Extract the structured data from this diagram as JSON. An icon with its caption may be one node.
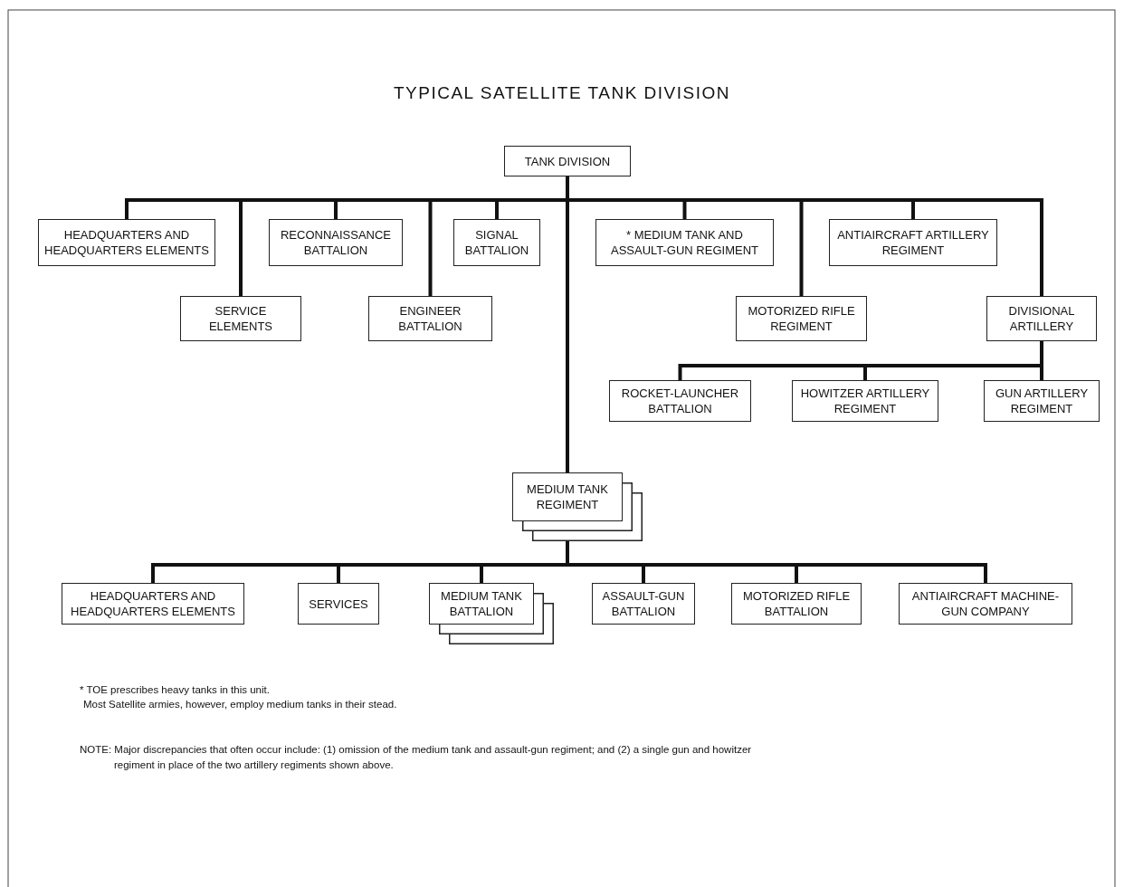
{
  "diagram": {
    "title": "TYPICAL SATELLITE TANK DIVISION",
    "nodes": [
      {
        "text": [
          "TANK DIVISION"
        ]
      },
      {
        "text": [
          "HEADQUARTERS AND HEADQUARTERS ELEMENTS"
        ]
      },
      {
        "text": [
          "SERVICE ELEMENTS"
        ]
      },
      {
        "text": [
          "RECONNAISSANCE BATTALION"
        ]
      },
      {
        "text": [
          "ENGINEER BATTALION"
        ]
      },
      {
        "text": [
          "SIGNAL BATTALION"
        ]
      },
      {
        "text": [
          "* MEDIUM TANK AND ASSAULT-GUN REGIMENT"
        ]
      },
      {
        "text": [
          "ANTIAIRCRAFT ARTILLERY REGIMENT"
        ]
      },
      {
        "text": [
          "MOTORIZED RIFLE REGIMENT"
        ]
      },
      {
        "text": [
          "DIVISIONAL ARTILLERY"
        ]
      },
      {
        "text": [
          "ROCKET-LAUNCHER BATTALION"
        ]
      },
      {
        "text": [
          "HOWITZER ARTILLERY REGIMENT"
        ]
      },
      {
        "text": [
          "GUN ARTILLERY REGIMENT"
        ]
      },
      {
        "text": [
          "MEDIUM TANK REGIMENT"
        ]
      },
      {
        "text": [
          "HEADQUARTERS AND HEADQUARTERS ELEMENTS"
        ]
      },
      {
        "text": [
          "SERVICES"
        ]
      },
      {
        "text": [
          "MEDIUM TANK BATTALION"
        ]
      },
      {
        "text": [
          "ASSAULT-GUN BATTALION"
        ]
      },
      {
        "text": [
          "MOTORIZED RIFLE BATTALION"
        ]
      },
      {
        "text": [
          "ANTIAIRCRAFT MACHINE-GUN COMPANY"
        ]
      }
    ],
    "edges": [
      {
        "from": 0,
        "to": 1,
        "arrow": "none"
      },
      {
        "from": 0,
        "to": 2,
        "arrow": "none"
      },
      {
        "from": 0,
        "to": 3,
        "arrow": "none"
      },
      {
        "from": 0,
        "to": 4,
        "arrow": "none"
      },
      {
        "from": 0,
        "to": 5,
        "arrow": "none"
      },
      {
        "from": 0,
        "to": 6,
        "arrow": "none"
      },
      {
        "from": 0,
        "to": 7,
        "arrow": "none"
      },
      {
        "from": 0,
        "to": 8,
        "arrow": "none"
      },
      {
        "from": 0,
        "to": 9,
        "arrow": "none"
      },
      {
        "from": 9,
        "to": 10,
        "arrow": "none"
      },
      {
        "from": 9,
        "to": 11,
        "arrow": "none"
      },
      {
        "from": 9,
        "to": 12,
        "arrow": "none"
      },
      {
        "from": 0,
        "to": 13,
        "arrow": "none"
      },
      {
        "from": 13,
        "to": 14,
        "arrow": "none"
      },
      {
        "from": 13,
        "to": 15,
        "arrow": "none"
      },
      {
        "from": 13,
        "to": 16,
        "arrow": "none"
      },
      {
        "from": 13,
        "to": 17,
        "arrow": "none"
      },
      {
        "from": 13,
        "to": 18,
        "arrow": "none"
      },
      {
        "from": 13,
        "to": 19,
        "arrow": "none"
      }
    ],
    "labels": [
      "* TOE prescribes heavy tanks in this unit.",
      "Most Satellite armies, however, employ medium tanks in their stead.",
      "NOTE: Major discrepancies that often occur include: (1) omission of the medium tank and assault-gun regiment; and (2) a single gun and howitzer regiment in place of the two artillery regiments shown above."
    ]
  }
}
